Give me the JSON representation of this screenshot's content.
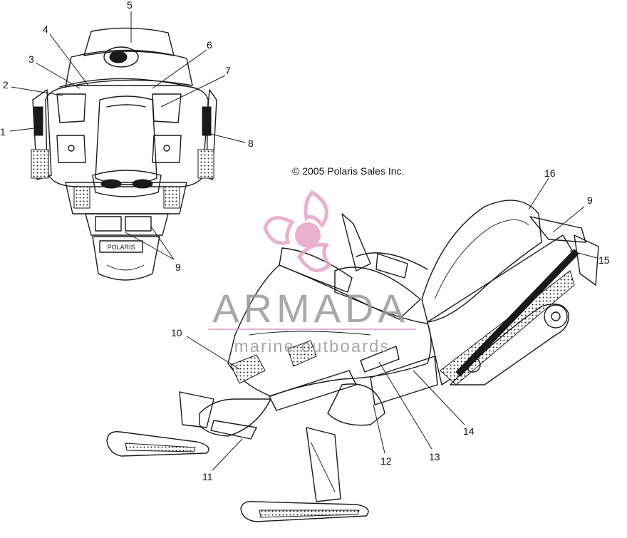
{
  "diagram": {
    "copyright": "© 2005 Polaris Sales Inc.",
    "callouts": [
      "1",
      "2",
      "3",
      "4",
      "5",
      "6",
      "7",
      "8",
      "9",
      "9",
      "10",
      "11",
      "12",
      "13",
      "14",
      "15",
      "16"
    ],
    "decal_text": "POLARIS",
    "watermark": {
      "brand": "ARMADA",
      "tagline": "marine outboards",
      "logo_color": "#e6a3c8",
      "text_color": "#9a9a9a"
    }
  }
}
